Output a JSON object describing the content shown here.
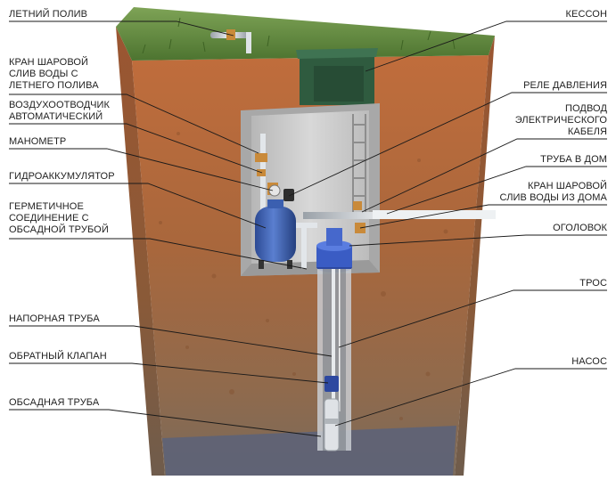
{
  "labels_left": {
    "summer_watering": "ЛЕТНИЙ ПОЛИВ",
    "drain_valve_summer": [
      "КРАН ШАРОВОЙ",
      "СЛИВ ВОДЫ С",
      "ЛЕТНЕГО ПОЛИВА"
    ],
    "air_vent": [
      "ВОЗДУХООТВОДЧИК",
      "АВТОМАТИЧЕСКИЙ"
    ],
    "manometer": "МАНОМЕТР",
    "accumulator": "ГИДРОАККУМУЛЯТОР",
    "hermetic_joint": [
      "ГЕРМЕТИЧНОЕ",
      "СОЕДИНЕНИЕ С",
      "ОБСАДНОЙ ТРУБОЙ"
    ],
    "pressure_pipe": "НАПОРНАЯ ТРУБА",
    "check_valve": "ОБРАТНЫЙ КЛАПАН",
    "casing_pipe": "ОБСАДНАЯ ТРУБА"
  },
  "labels_right": {
    "caisson": "КЕССОН",
    "pressure_relay": "РЕЛЕ ДАВЛЕНИЯ",
    "power_cable": [
      "ПОДВОД",
      "ЭЛЕКТРИЧЕСКОГО",
      "КАБЕЛЯ"
    ],
    "pipe_to_house": "ТРУБА В ДОМ",
    "drain_valve_house": [
      "КРАН ШАРОВОЙ",
      "СЛИВ ВОДЫ ИЗ ДОМА"
    ],
    "well_head": "ОГОЛОВОК",
    "cable": "ТРОС",
    "pump": "НАСОС"
  },
  "colors": {
    "grass": "#5f8a3c",
    "soil_top": "#b8653a",
    "soil_mid": "#a9673c",
    "soil_deep": "#8a6a4a",
    "water_layer": "#5d6378",
    "caisson_wall": "#c9c9c9",
    "caisson_lid": "#2f5b3f",
    "accumulator": "#3b5fb0",
    "pipe": "#e9ecef",
    "leader": "#1a1a1a"
  }
}
